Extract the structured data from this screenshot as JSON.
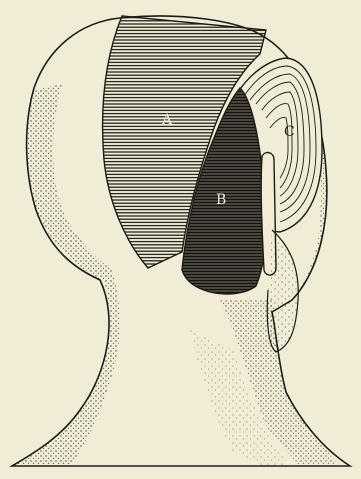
{
  "figure": {
    "background_color": "#f1ecd5",
    "ink_color": "#1e1c17",
    "region_labels": [
      {
        "id": "a",
        "text": "A"
      },
      {
        "id": "b",
        "text": "B"
      },
      {
        "id": "c",
        "text": "C"
      }
    ]
  }
}
